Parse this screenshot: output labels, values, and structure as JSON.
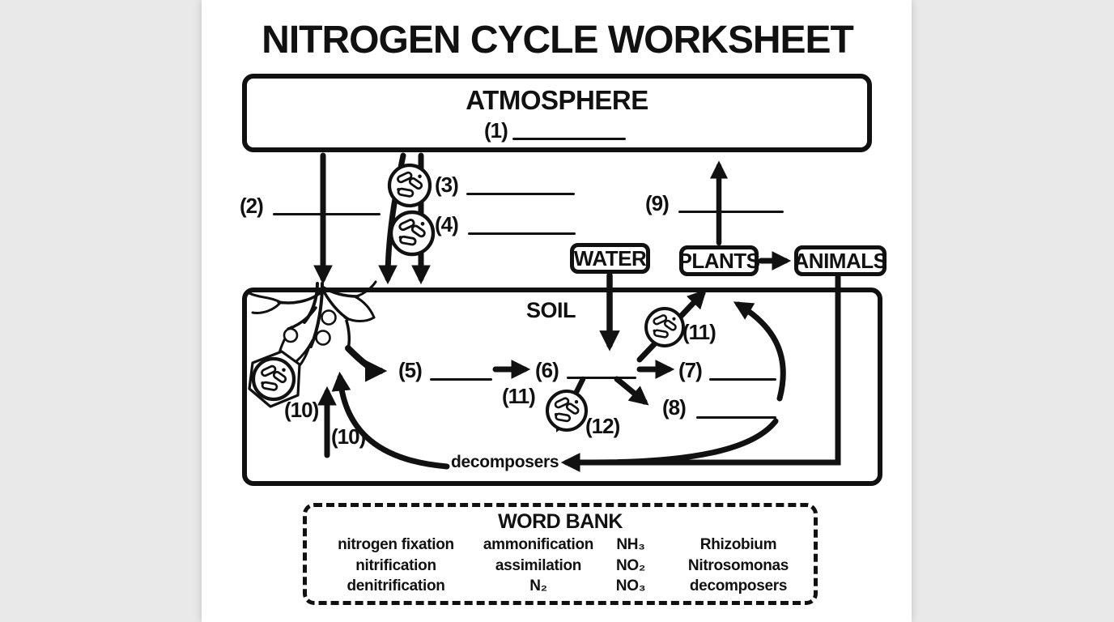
{
  "title": "NITROGEN CYCLE WORKSHEET",
  "atmosphere": {
    "title": "ATMOSPHERE"
  },
  "soil": {
    "title": "SOIL",
    "decomposers": "decomposers"
  },
  "nodes": {
    "water": "WATER",
    "plants": "PLANTS",
    "animals": "ANIMALS"
  },
  "labels": {
    "l1": "(1)",
    "l2": "(2)",
    "l3": "(3)",
    "l4": "(4)",
    "l5": "(5)",
    "l6": "(6)",
    "l7": "(7)",
    "l8": "(8)",
    "l9": "(9)",
    "l10": "(10)",
    "l11": "(11)",
    "l12": "(12)"
  },
  "word_bank": {
    "title": "WORD BANK",
    "columns": [
      [
        "nitrogen fixation",
        "nitrification",
        "denitrification"
      ],
      [
        "ammonification",
        "assimilation",
        "N₂"
      ],
      [
        "NH₃",
        "NO₂",
        "NO₃"
      ],
      [
        "Rhizobium",
        "Nitrosomonas",
        "decomposers"
      ]
    ]
  },
  "colors": {
    "ink": "#111111",
    "paper": "#ffffff",
    "backdrop": "#e9e9e9"
  }
}
